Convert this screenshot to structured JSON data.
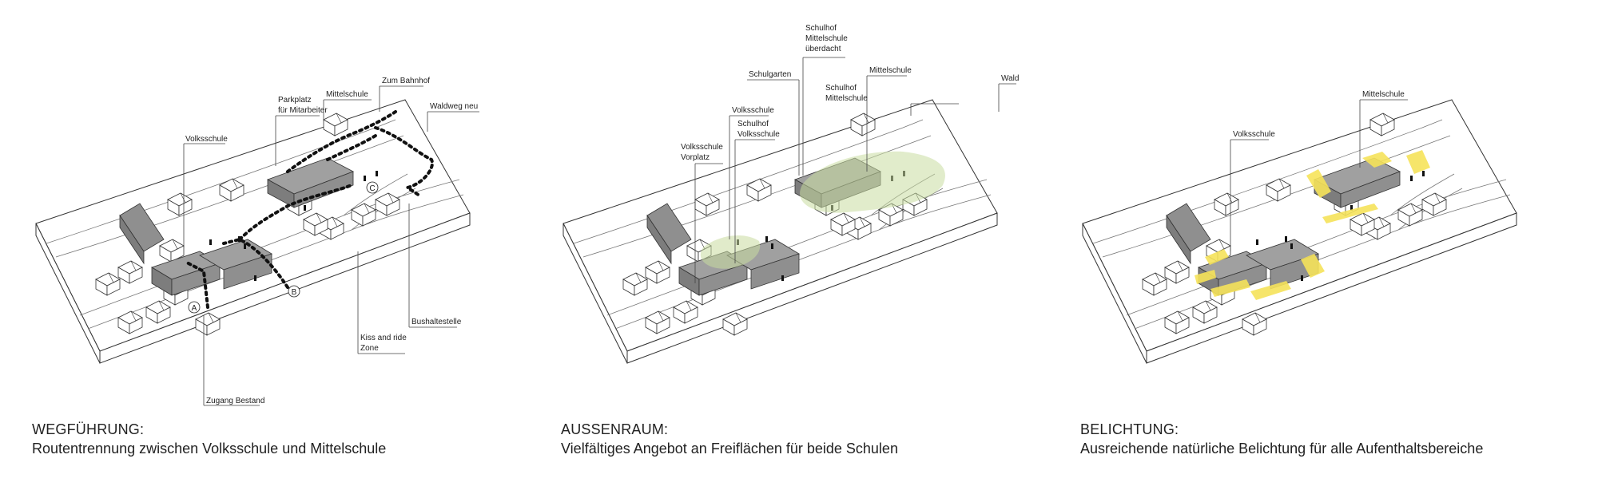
{
  "colors": {
    "building": "#8f8f8f",
    "building_roof": "#a9a9a9",
    "outline": "#333333",
    "green": "#c9dca0",
    "yellow": "#f6e35a",
    "leader": "#444444"
  },
  "panels": [
    {
      "heading": "WEGFÜHRUNG:",
      "subtitle": "Routentrennung zwischen Volksschule und Mittelschule",
      "labels": {
        "volksschule": "Volksschule",
        "parkplatz_1": "Parkplatz",
        "parkplatz_2": "für Mitarbeiter",
        "mittelschule": "Mittelschule",
        "zum_bahnhof": "Zum Bahnhof",
        "waldweg": "Waldweg neu",
        "bushaltestelle": "Bushaltestelle",
        "kiss_1": "Kiss and ride",
        "kiss_2": "Zone",
        "zugang": "Zugang Bestand",
        "marker_a": "A",
        "marker_b": "B",
        "marker_c": "C"
      }
    },
    {
      "heading": "AUSSENRAUM:",
      "subtitle": "Vielfältiges Angebot an Freiflächen für beide Schulen",
      "labels": {
        "schulhof_ms_1": "Schulhof",
        "schulhof_ms_2": "Mittelschule",
        "schulhof_ms_3": "überdacht",
        "schulgarten": "Schulgarten",
        "mittelschule": "Mittelschule",
        "schulhof_m_1": "Schulhof",
        "schulhof_m_2": "Mittelschule",
        "wald": "Wald",
        "volksschule": "Volksschule",
        "schulhof_vs_1": "Schulhof",
        "schulhof_vs_2": "Volksschule",
        "vs_vorplatz_1": "Volksschule",
        "vs_vorplatz_2": "Vorplatz"
      }
    },
    {
      "heading": "BELICHTUNG:",
      "subtitle": "Ausreichende natürliche Belichtung für alle Aufenthaltsbereiche",
      "labels": {
        "volksschule": "Volksschule",
        "mittelschule": "Mittelschule"
      }
    }
  ]
}
